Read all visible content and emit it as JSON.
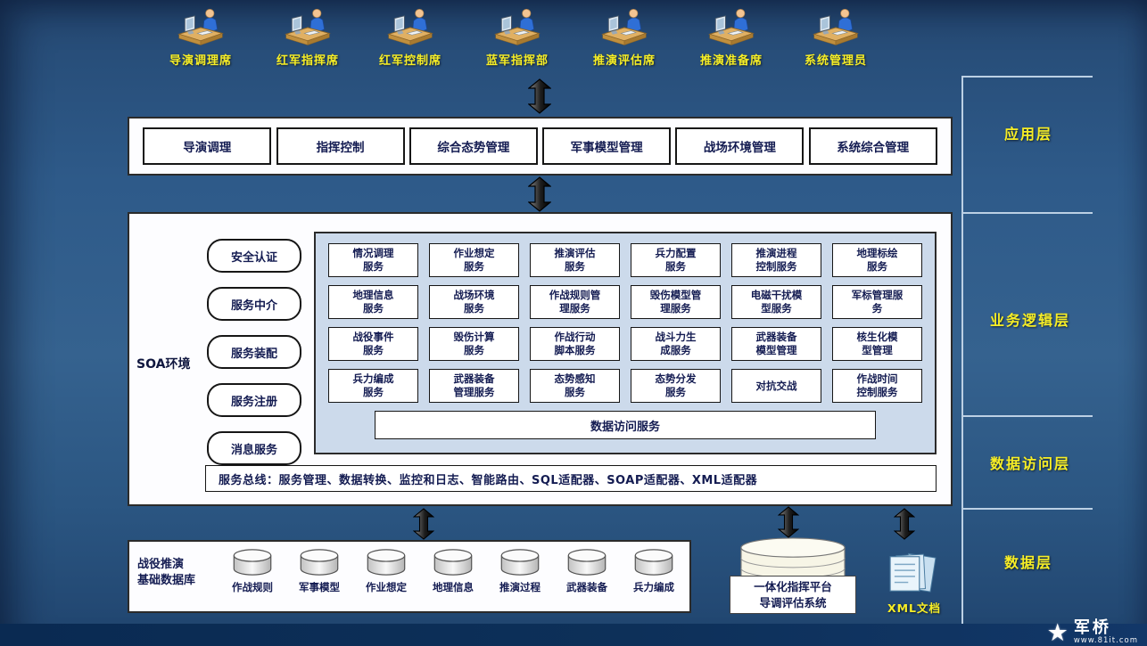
{
  "roles": [
    "导演调理席",
    "红军指挥席",
    "红军控制席",
    "蓝军指挥部",
    "推演评估席",
    "推演准备席",
    "系统管理员"
  ],
  "layers": {
    "application": "应用层",
    "business": "业务逻辑层",
    "data_access": "数据访问层",
    "data": "数据层"
  },
  "app": {
    "modules": [
      "导演调理",
      "指挥控制",
      "综合态势管理",
      "军事模型管理",
      "战场环境管理",
      "系统综合管理"
    ]
  },
  "soa": {
    "env_label": "SOA环境",
    "infra": [
      "安全认证",
      "服务中介",
      "服务装配",
      "服务注册",
      "消息服务"
    ],
    "services": [
      [
        "情况调理\n服务",
        "作业想定\n服务",
        "推演评估\n服务",
        "兵力配置\n服务",
        "推演进程\n控制服务",
        "地理标绘\n服务"
      ],
      [
        "地理信息\n服务",
        "战场环境\n服务",
        "作战规则管\n理服务",
        "毁伤模型管\n理服务",
        "电磁干扰模\n型服务",
        "军标管理服\n务"
      ],
      [
        "战役事件\n服务",
        "毁伤计算\n服务",
        "作战行动\n脚本服务",
        "战斗力生\n成服务",
        "武器装备\n模型管理",
        "核生化模\n型管理"
      ],
      [
        "兵力编成\n服务",
        "武器装备\n管理服务",
        "态势感知\n服务",
        "态势分发\n服务",
        "对抗交战",
        "作战时间\n控制服务"
      ]
    ],
    "data_access": "数据访问服务",
    "bus": "服务总线：服务管理、数据转换、监控和日志、智能路由、SQL适配器、SOAP适配器、XML适配器"
  },
  "db": {
    "title1": "战役推演",
    "title2": "基础数据库",
    "items": [
      "作战规则",
      "军事模型",
      "作业想定",
      "地理信息",
      "推演过程",
      "武器装备",
      "兵力编成"
    ]
  },
  "platform": {
    "line1": "一体化指挥平台",
    "line2": "导调评估系统"
  },
  "xml": {
    "label": "XML文档"
  },
  "brand": {
    "name": "军桥",
    "url": "www.81it.com"
  },
  "colors": {
    "accent_yellow": "#f7ee26",
    "panel_blue": "#ccdaeb",
    "bg_blue": "#2f5c8c",
    "footer_navy": "#0c2c57",
    "box_text": "#141c52"
  }
}
